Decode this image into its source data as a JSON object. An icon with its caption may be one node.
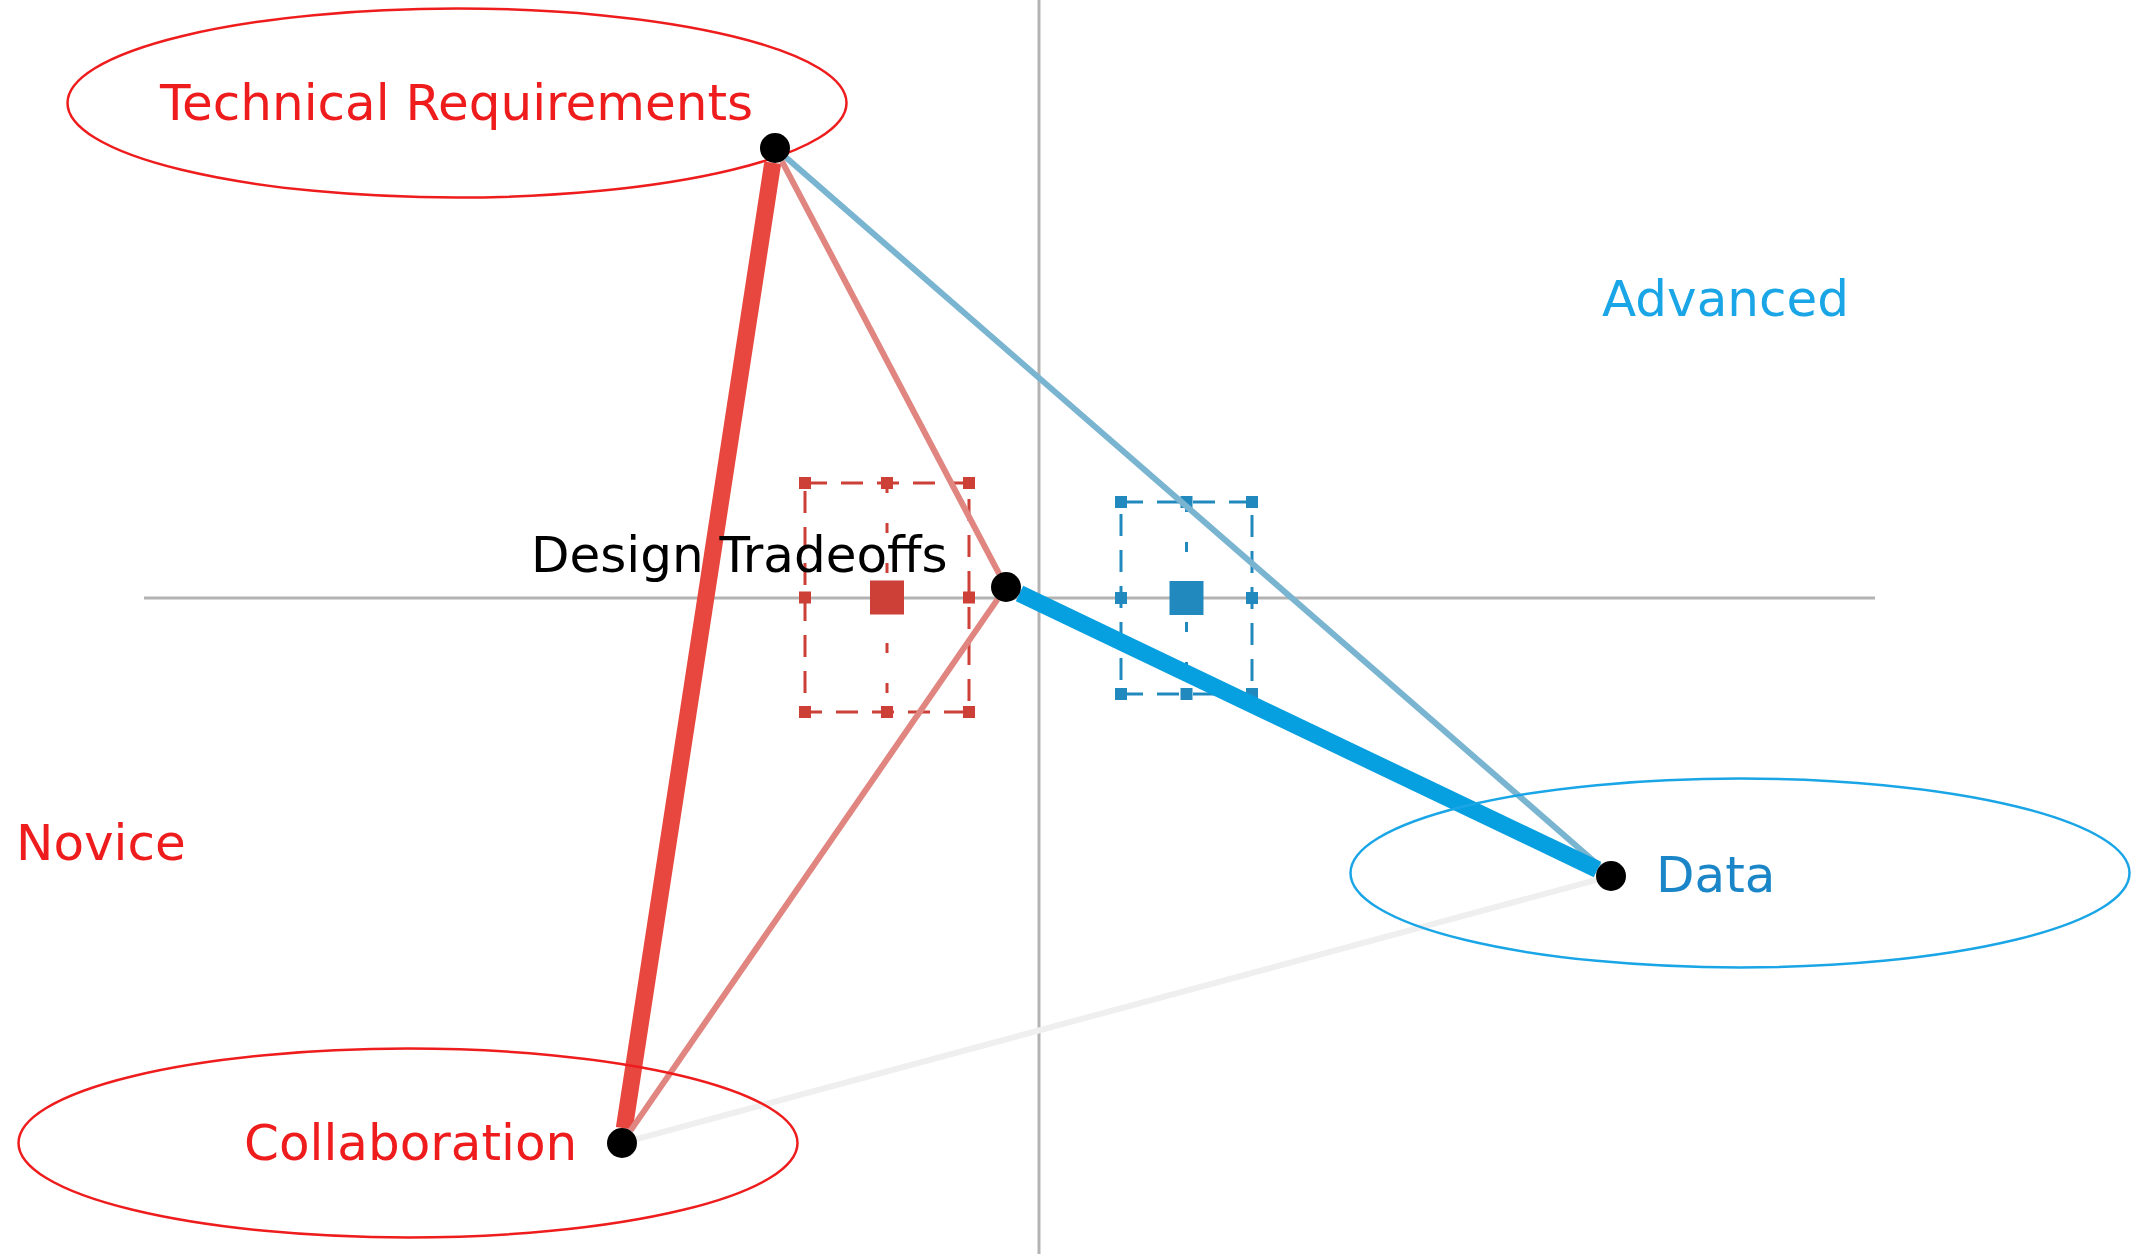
{
  "diagram": {
    "nodes": [
      {
        "text": [
          "Technical Requirements"
        ]
      },
      {
        "text": [],
        "shape": "circle",
        "in": 0
      },
      {
        "text": [],
        "shape": "circle",
        "beside": [
          "Design Tradeoffs"
        ]
      },
      {
        "text": [
          "Data"
        ]
      },
      {
        "text": [],
        "shape": "circle",
        "in": 3
      },
      {
        "text": [
          "Collaboration"
        ]
      },
      {
        "text": [],
        "shape": "circle",
        "in": 5
      }
    ],
    "edges": [
      {
        "from": 1,
        "to": 6,
        "arrow": "none",
        "style": "thick",
        "color": "#e8473f"
      },
      {
        "from": 1,
        "to": 2,
        "arrow": "none",
        "color": "#e08580"
      },
      {
        "from": 1,
        "to": 4,
        "arrow": "none",
        "color": "#79b4d0"
      },
      {
        "from": 2,
        "to": 4,
        "arrow": "none",
        "style": "thick",
        "color": "#069fe0"
      },
      {
        "from": 2,
        "to": 6,
        "arrow": "none",
        "color": "#e08580"
      },
      {
        "from": 6,
        "to": 4,
        "arrow": "none",
        "color": "#efefef"
      }
    ],
    "labels": [
      "Advanced",
      "Novice"
    ]
  }
}
